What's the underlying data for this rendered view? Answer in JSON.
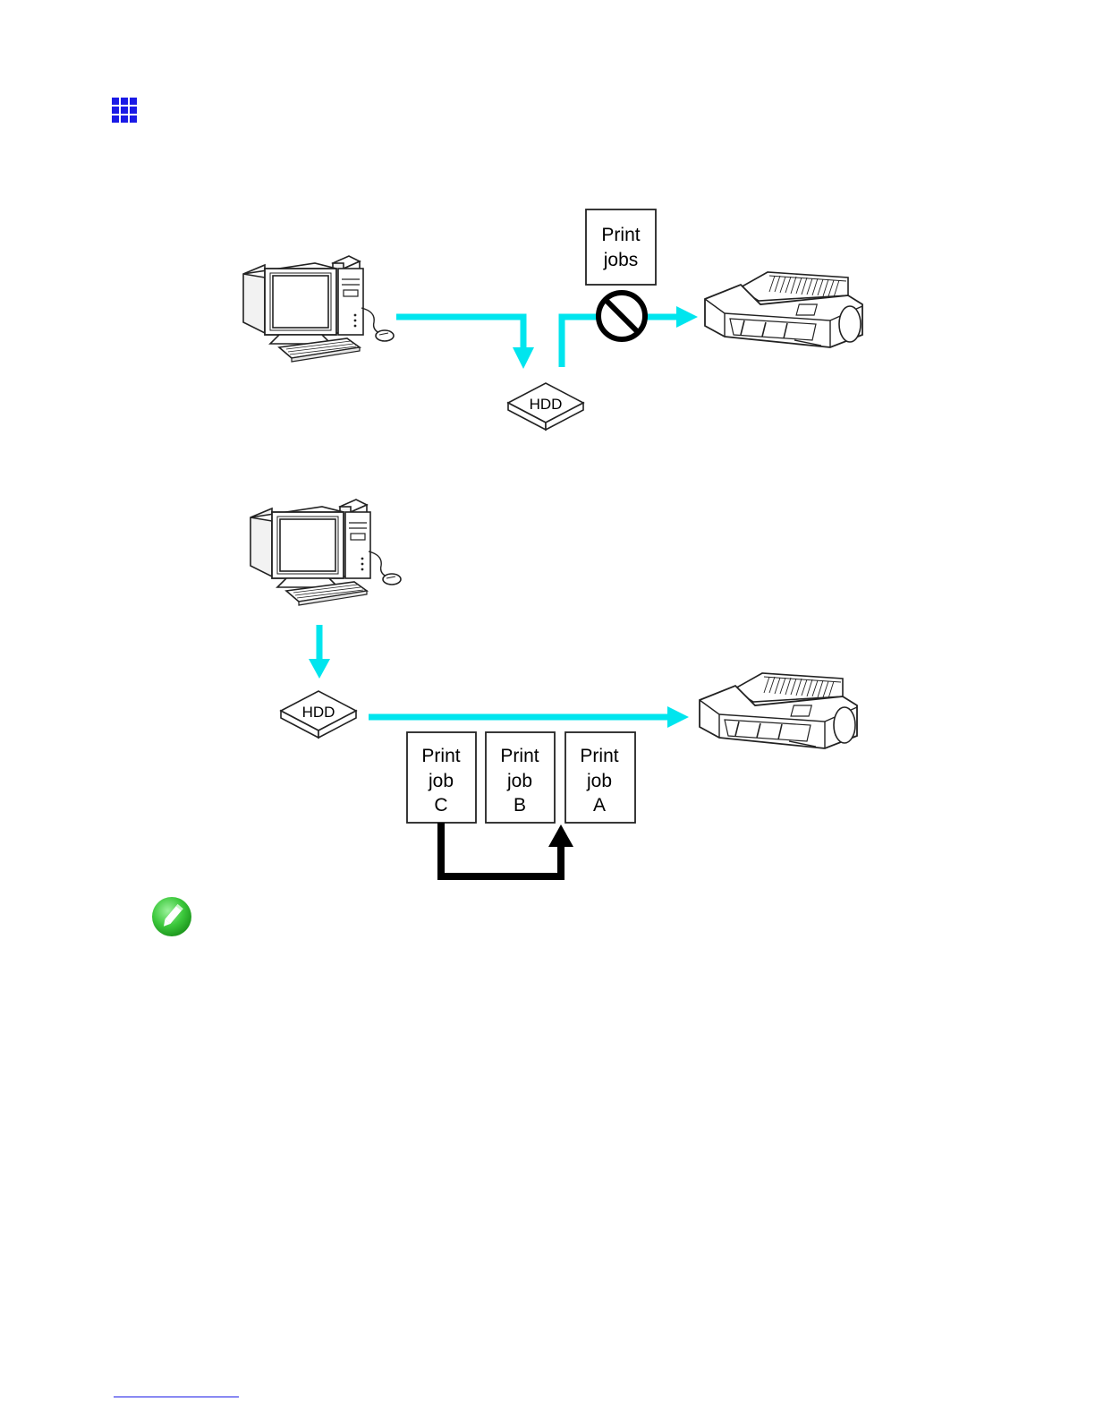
{
  "diagram1": {
    "hdd_label": "HDD",
    "print_jobs_label": [
      "Print",
      "jobs"
    ]
  },
  "diagram2": {
    "hdd_label": "HDD",
    "jobs": [
      {
        "lines": [
          "Print",
          "job",
          "C"
        ]
      },
      {
        "lines": [
          "Print",
          "job",
          "B"
        ]
      },
      {
        "lines": [
          "Print",
          "job",
          "A"
        ]
      }
    ]
  },
  "icons": {
    "header": "grid-icon",
    "note": "pencil-icon",
    "prohibited": "no-entry-icon",
    "computer": "computer-icon",
    "printer": "printer-icon"
  },
  "colors": {
    "flow_arrow": "#00e5ee",
    "reorder_arrow": "#000000",
    "header_icon": "#1a1ae6",
    "note_icon": "#3cc83c"
  }
}
